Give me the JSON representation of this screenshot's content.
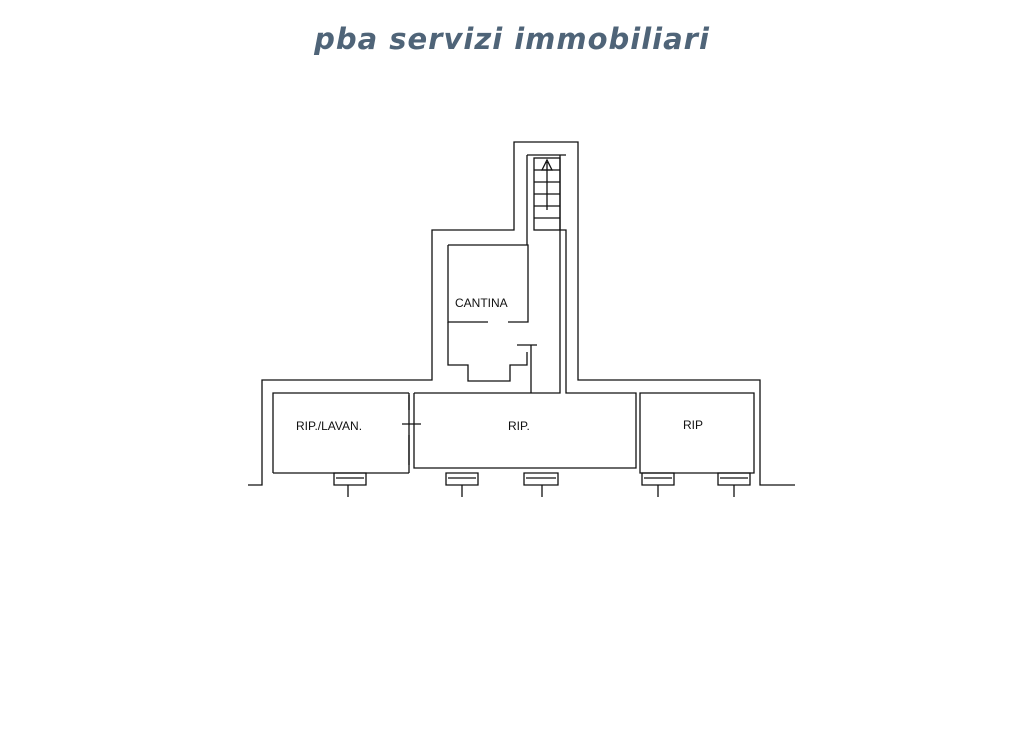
{
  "header": {
    "brand": "pba servizi immobiliari"
  },
  "colors": {
    "brand": "#4f6478",
    "wall": "#111111"
  },
  "plan": {
    "rooms": [
      {
        "id": "cantina",
        "label": "CANTINA"
      },
      {
        "id": "rip-lavan",
        "label": "RIP./LAVAN."
      },
      {
        "id": "rip-center",
        "label": "RIP."
      },
      {
        "id": "rip-right",
        "label": "RIP"
      }
    ],
    "stair_arrow_icon": "arrow-up-icon"
  }
}
